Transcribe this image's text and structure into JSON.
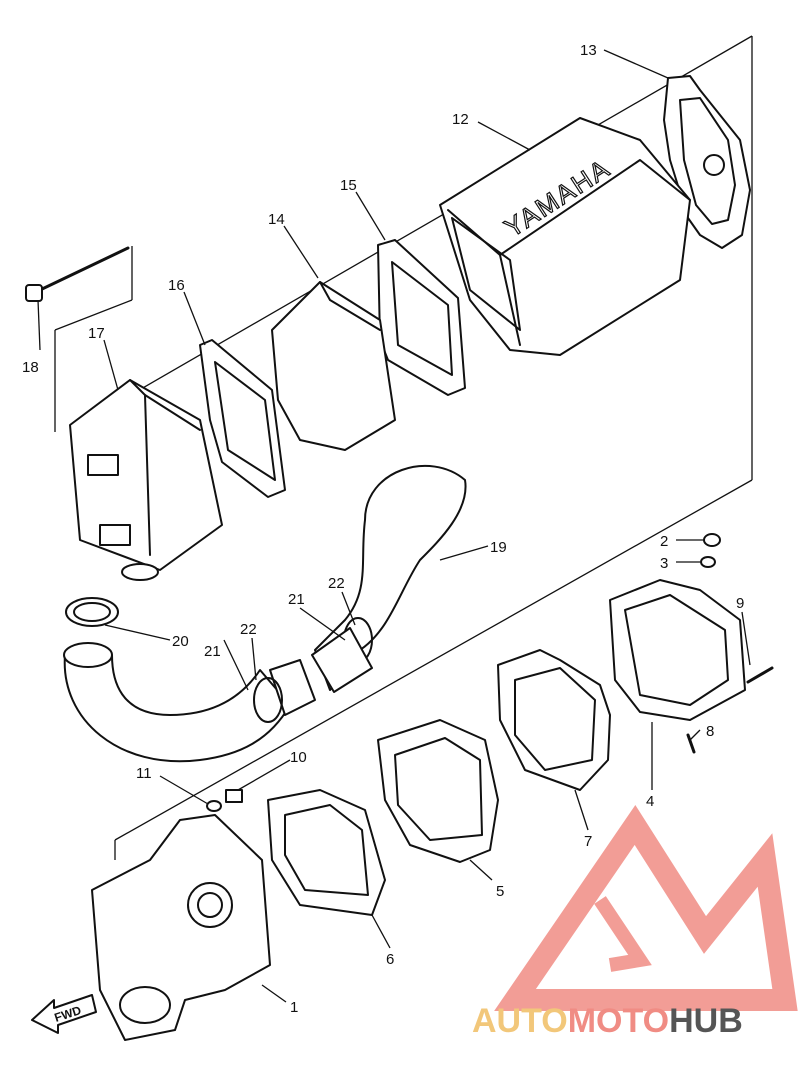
{
  "diagram": {
    "part_numbers": [
      "1",
      "2",
      "3",
      "4",
      "5",
      "6",
      "7",
      "8",
      "9",
      "10",
      "11",
      "12",
      "13",
      "14",
      "15",
      "16",
      "17",
      "18",
      "19",
      "20",
      "21",
      "21",
      "22",
      "22"
    ],
    "embossed_brand": "YAMAHA",
    "direction_marker": "FWD"
  },
  "watermark": {
    "part1": "AUTO",
    "part2": "MOTO",
    "part3": "HUB",
    "color_primary": "#f08c84",
    "color_secondary": "#f2c77a",
    "color_tertiary": "#555555"
  }
}
